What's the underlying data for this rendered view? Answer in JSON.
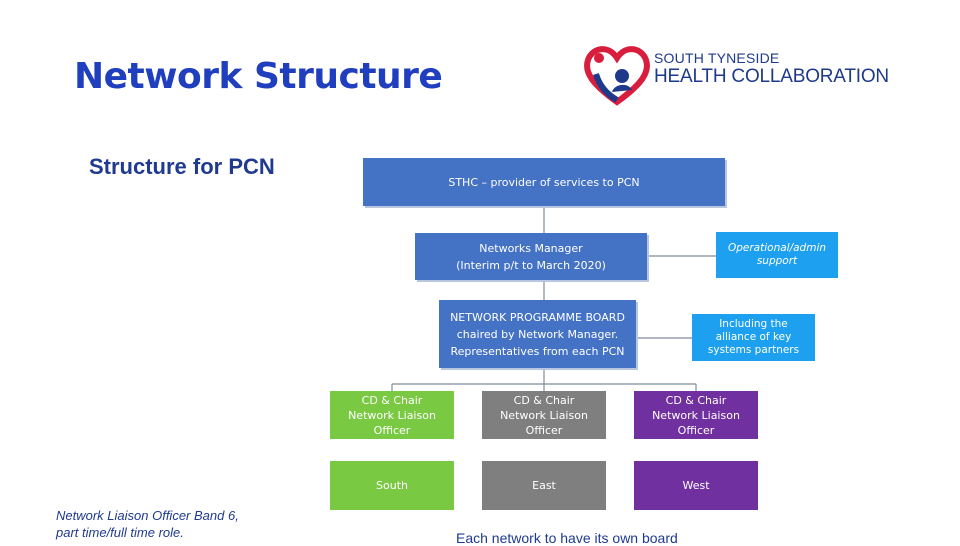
{
  "slide": {
    "title": "Network Structure",
    "subtitle": "Structure for PCN",
    "logo": {
      "line1": "SOUTH TYNESIDE",
      "line2": "HEALTH COLLABORATION"
    },
    "note": "Network Liaison Officer Band 6,\npart time/full time role.",
    "footer": "Each network to have its own board"
  },
  "chart": {
    "boxes": {
      "sthc": "STHC – provider of services to PCN",
      "manager": "Networks Manager\n(Interim p/t to March 2020)",
      "ops_support": "Operational/admin\nsupport",
      "board": "NETWORK PROGRAMME BOARD\nchaired by Network Manager.\nRepresentatives from each PCN",
      "alliance": "Including the\nalliance of key\nsystems partners",
      "role_south": "CD & Chair\nNetwork Liaison\nOfficer",
      "role_east": "CD & Chair\nNetwork Liaison\nOfficer",
      "role_west": "CD & Chair\nNetwork Liaison\nOfficer",
      "south": "South",
      "east": "East",
      "west": "West"
    },
    "colors": {
      "title": "#1f3fbf",
      "primary_box": "#4472c4",
      "side_box": "#1ea0f0",
      "south": "#7ac943",
      "east": "#7f7f7f",
      "west": "#7030a0"
    }
  }
}
